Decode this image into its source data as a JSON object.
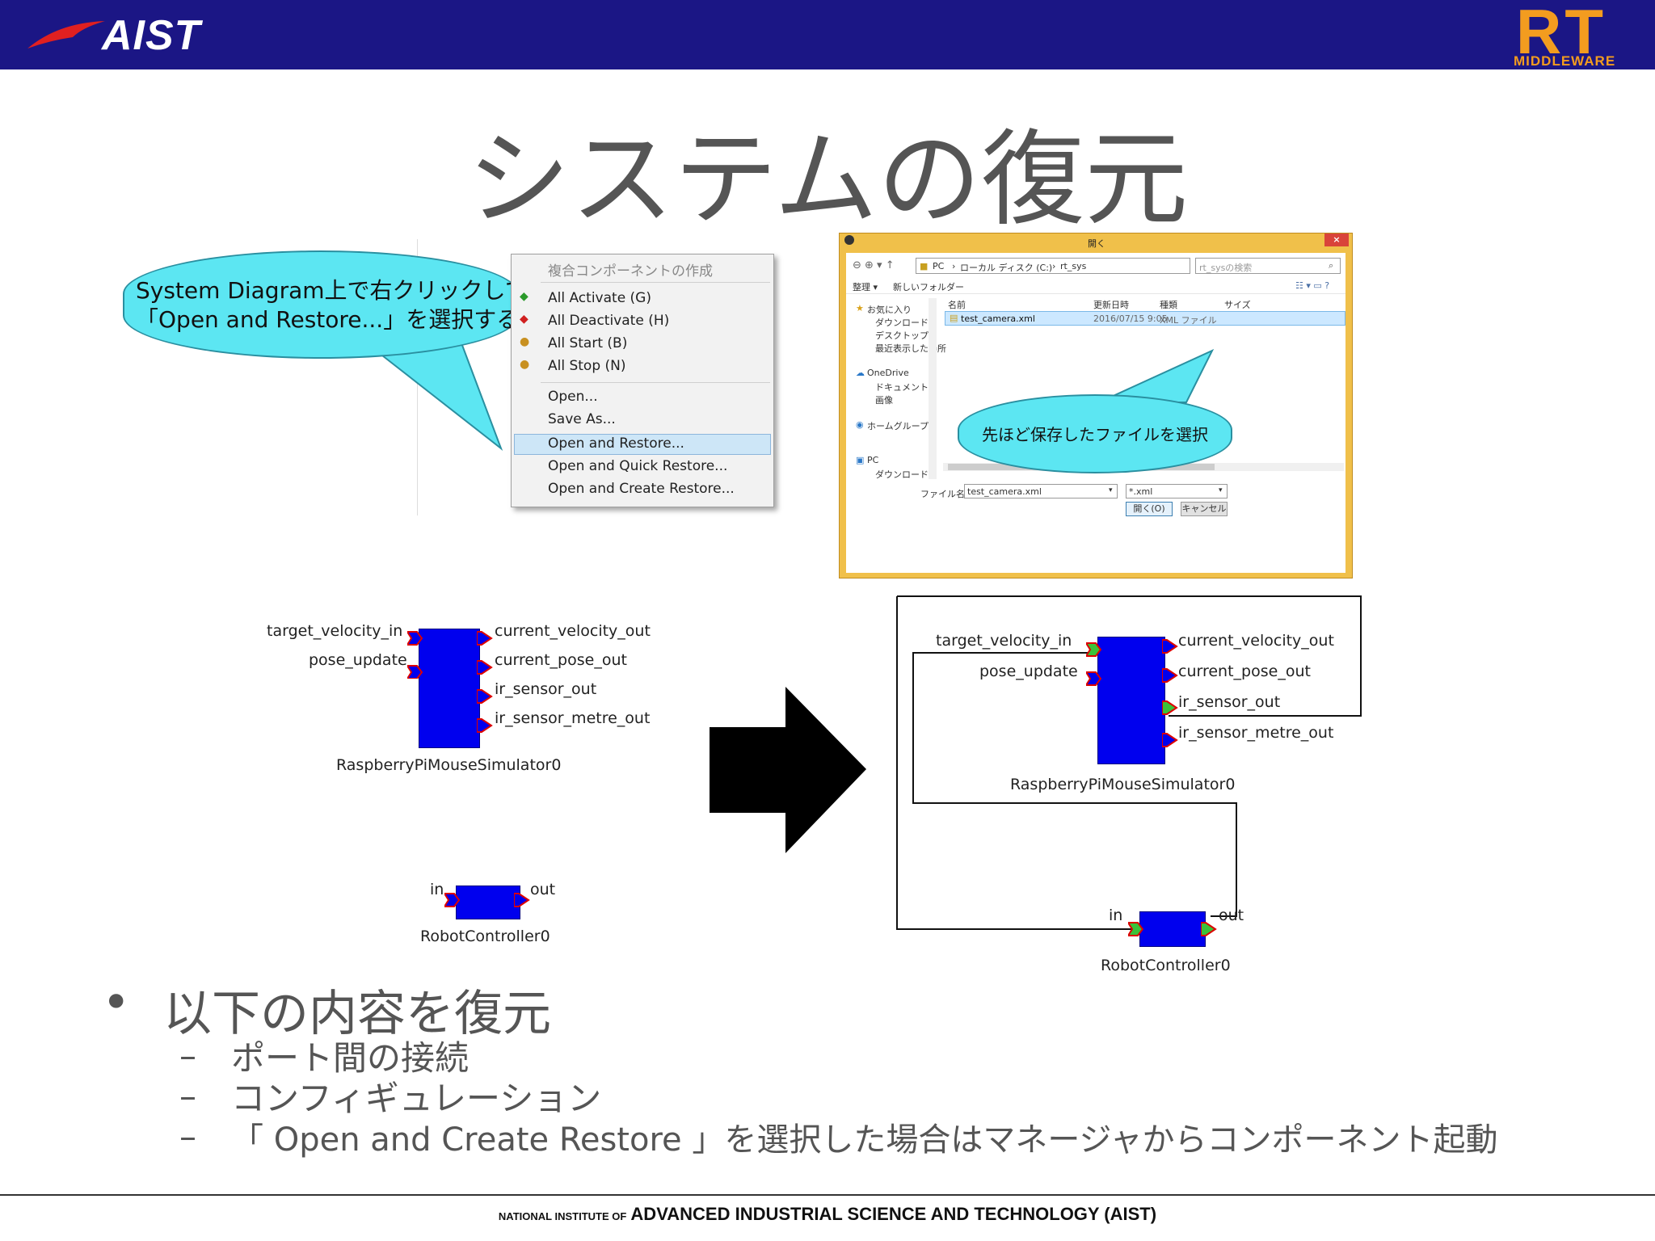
{
  "header": {
    "logo_text": "AIST",
    "rt_logo_text": "RT",
    "rt_logo_sub": "MIDDLEWARE",
    "colors": {
      "bar": "#1b1685",
      "rt": "#f39c1f"
    }
  },
  "title": "システムの復元",
  "callout1": {
    "text": "System Diagram上で右クリックして\n「Open and Restore...」を選択する"
  },
  "context_menu": {
    "header": "複合コンポーネントの作成",
    "items": [
      "All Activate (G)",
      "All Deactivate (H)",
      "All Start (B)",
      "All Stop (N)",
      "Open...",
      "Save As...",
      "Open and Restore...",
      "Open and Quick Restore...",
      "Open and Create Restore..."
    ],
    "selected": "Open and Restore..."
  },
  "file_dialog": {
    "title": "開く",
    "path": [
      "PC",
      "ローカル ディスク (C:)",
      "rt_sys"
    ],
    "search_placeholder": "rt_sysの検索",
    "organize": "整理 ▾",
    "new_folder": "新しいフォルダー",
    "nav": [
      "お気に入り",
      "ダウンロード",
      "デスクトップ",
      "最近表示した場所",
      "OneDrive",
      "ドキュメント",
      "画像",
      "ホームグループ",
      "PC",
      "ダウンロード"
    ],
    "columns": [
      "名前",
      "更新日時",
      "種類",
      "サイズ"
    ],
    "file": {
      "name": "test_camera.xml",
      "date": "2016/07/15 9:05",
      "type": "XML ファイル"
    },
    "filename_label": "ファイル名(N):",
    "filename_value": "test_camera.xml",
    "filter": "*.xml",
    "open_button": "開く(O)",
    "cancel_button": "キャンセル"
  },
  "callout2": {
    "text": "先ほど保存したファイルを選択"
  },
  "diagram_before": {
    "sim": {
      "name": "RaspberryPiMouseSimulator0",
      "inports": [
        "target_velocity_in",
        "pose_update"
      ],
      "outports": [
        "current_velocity_out",
        "current_pose_out",
        "ir_sensor_out",
        "ir_sensor_metre_out"
      ]
    },
    "ctrl": {
      "name": "RobotController0",
      "inport": "in",
      "outport": "out"
    }
  },
  "diagram_after": {
    "sim": {
      "name": "RaspberryPiMouseSimulator0",
      "inports": [
        "target_velocity_in",
        "pose_update"
      ],
      "outports": [
        "current_velocity_out",
        "current_pose_out",
        "ir_sensor_out",
        "ir_sensor_metre_out"
      ]
    },
    "ctrl": {
      "name": "RobotController0",
      "inport": "in",
      "outport": "out"
    }
  },
  "bullets": {
    "main": "以下の内容を復元",
    "dash": "–",
    "subs": [
      "ポート間の接続",
      "コンフィギュレーション",
      "「 Open and Create Restore 」を選択した場合はマネージャからコンポーネント起動"
    ]
  },
  "footer": {
    "small": "NATIONAL INSTITUTE OF",
    "large": "ADVANCED INDUSTRIAL SCIENCE AND TECHNOLOGY (AIST)"
  }
}
